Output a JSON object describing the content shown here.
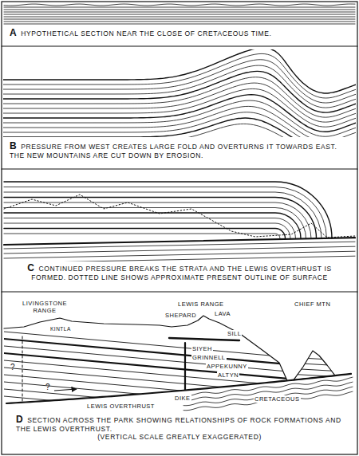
{
  "diagram": {
    "labels": [
      "A",
      "HYPOTHETICAL SECTION NEAR THE CLOSE OF CRETACEOUS TIME.",
      "B",
      "PRESSURE FROM WEST CREATES LARGE FOLD AND OVERTURNS IT TOWARDS EAST.",
      "THE NEW MOUNTAINS ARE CUT DOWN BY EROSION.",
      "C",
      "CONTINUED PRESSURE BREAKS THE STRATA AND THE LEWIS OVERTHRUST IS FORMED. DOTTED LINE SHOWS APPROXIMATE PRESENT OUTLINE OF SURFACE",
      "LIVINGSTONE RANGE",
      "KINTLA",
      "LEWIS RANGE",
      "SHEPARD",
      "LAVA",
      "SILL",
      "SIYEH",
      "GRINNELL",
      "APPEKUNNY",
      "ALTYN",
      "DIKE",
      "CHIEF MTN",
      "CRETACEOUS",
      "?",
      "?",
      "LEWIS OVERTHRUST",
      "D",
      "SECTION ACROSS THE PARK SHOWING RELATIONSHIPS OF ROCK FORMATIONS AND THE LEWIS OVERTHRUST.",
      "(VERTICAL SCALE GREATLY EXAGGERATED)"
    ]
  }
}
